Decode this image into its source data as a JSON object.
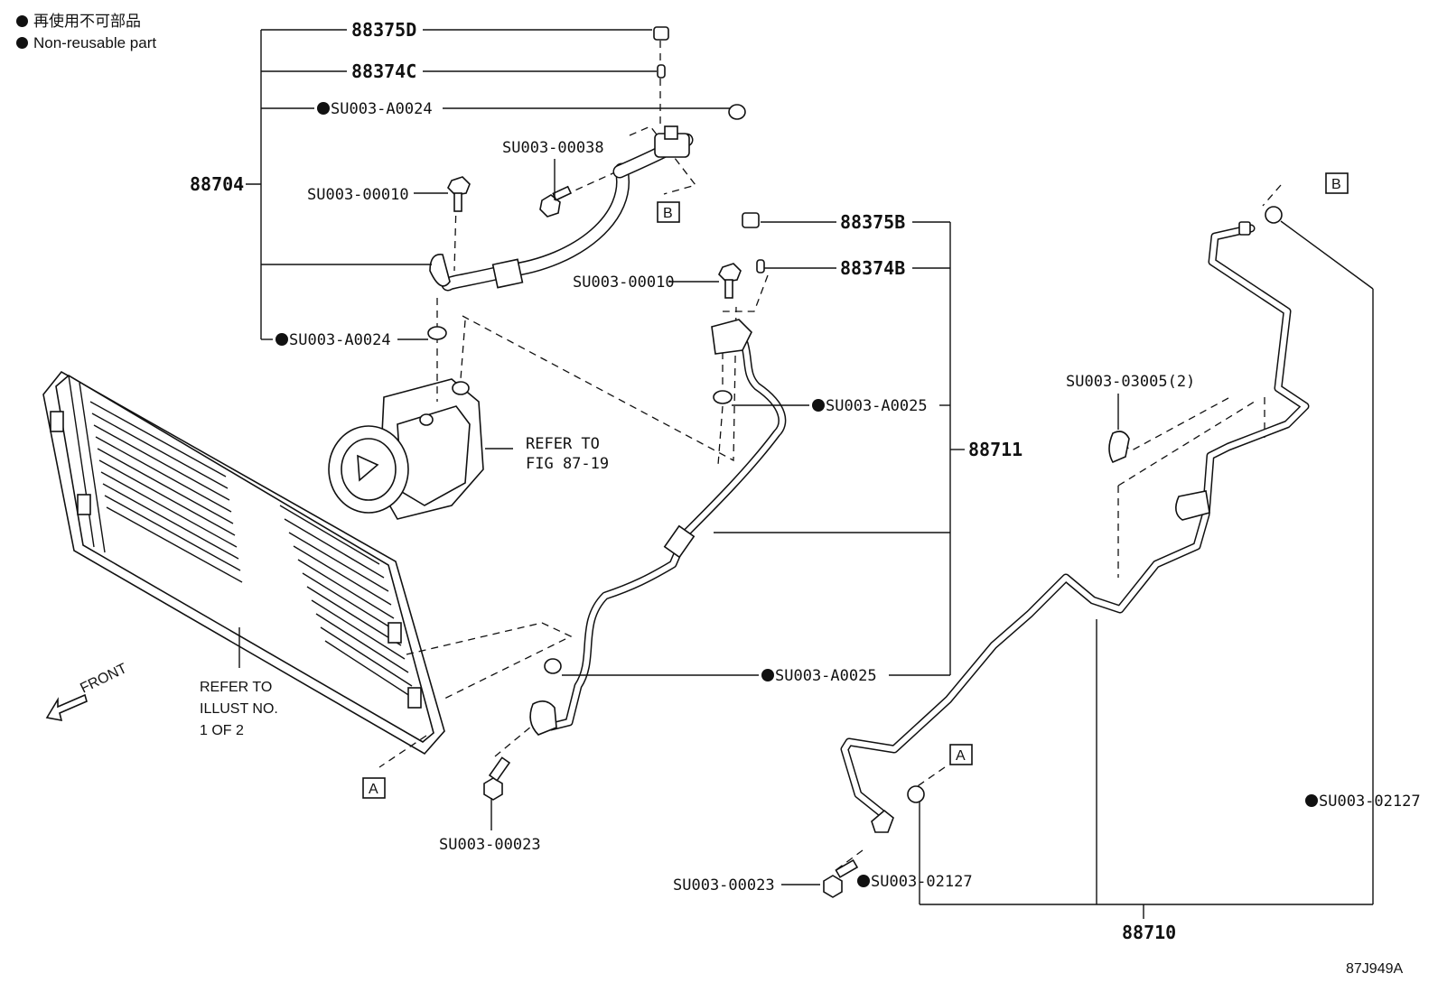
{
  "legend": {
    "items": [
      {
        "text": "再使用不可部品"
      },
      {
        "text": "Non-reusable part"
      }
    ]
  },
  "labels": {
    "l_88375D": "88375D",
    "l_88374C": "88374C",
    "l_su_a0024_top": "SU003-A0024",
    "l_88704": "88704",
    "l_su_00038": "SU003-00038",
    "l_su_00010_a": "SU003-00010",
    "l_su_a0024_bot": "SU003-A0024",
    "l_88375B": "88375B",
    "l_88374B": "88374B",
    "l_su_00010_b": "SU003-00010",
    "l_su_a0025_top": "SU003-A0025",
    "l_88711": "88711",
    "l_su_03005": "SU003-03005(2)",
    "l_refer_fig_1": "REFER TO",
    "l_refer_fig_2": "FIG 87-19",
    "l_refer_ill_1": "REFER TO",
    "l_refer_ill_2": "ILLUST NO.",
    "l_refer_ill_3": "1 OF 2",
    "l_front": "FRONT",
    "l_su_a0025_bot": "SU003-A0025",
    "l_su_00023_a": "SU003-00023",
    "l_su_00023_b": "SU003-00023",
    "l_su_02127_a": "SU003-02127",
    "l_su_02127_b": "SU003-02127",
    "l_88710": "88710",
    "l_box_a1": "A",
    "l_box_a2": "A",
    "l_box_b1": "B",
    "l_box_b2": "B",
    "l_figno": "87J949A"
  }
}
